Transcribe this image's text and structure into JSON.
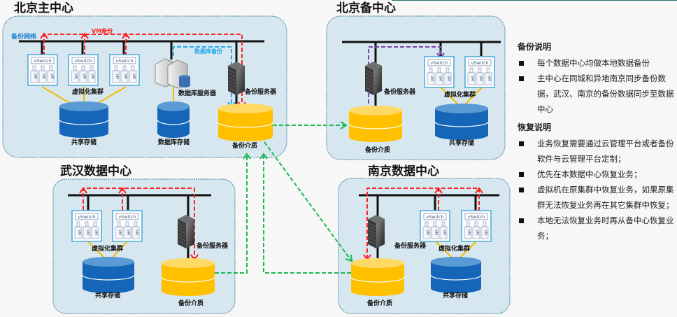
{
  "diagram": {
    "datacenters": {
      "beijing_main": {
        "title": "北京主中心",
        "network_label": "备份网络",
        "vm_backup_label": "VM备份",
        "db_backup_label": "数据库备份",
        "cluster_label": "虚拟化集群",
        "shared_storage_label": "共享存储",
        "db_server_label": "数据库服务器",
        "db_storage_label": "数据库存储",
        "backup_server_label": "备份服务器",
        "backup_media_label": "备份介质"
      },
      "beijing_backup": {
        "title": "北京备中心",
        "backup_server_label": "备份服务器",
        "cluster_label": "虚拟化集群",
        "backup_media_label": "备份介质",
        "shared_storage_label": "共享存储"
      },
      "wuhan": {
        "title": "武汉数据中心",
        "cluster_label": "虚拟化集群",
        "backup_server_label": "备份服务器",
        "shared_storage_label": "共享存储",
        "backup_media_label": "备份介质"
      },
      "nanjing": {
        "title": "南京数据中心",
        "backup_server_label": "备份服务器",
        "cluster_label": "虚拟化集群",
        "backup_media_label": "备份介质",
        "shared_storage_label": "共享存储"
      }
    },
    "vswitch_label": "vSwitch",
    "vm_label": "VM",
    "colors": {
      "vm_backup_flow": "#ff2020",
      "db_backup_flow": "#26a8ee",
      "restore_flow": "#7a3fb0",
      "replication_flow": "#1db954",
      "storage_link": "#f5b800",
      "network": "#111111",
      "dc_fill": "#d6e7ef",
      "dc_border": "#4a86a8",
      "shared_storage": "#1565b8",
      "backup_media": "#ffc000"
    }
  },
  "notes": {
    "backup_heading": "备份说明",
    "backup_items": [
      "每个数据中心均做本地数据备份",
      "主中心在同城和异地南京同步备份数据，武汉、南京的备份数据同步至数据中心"
    ],
    "restore_heading": "恢复说明",
    "restore_items": [
      "业务恢复需要通过云管理平台或者备份软件与云管理平台定制；",
      "优先在本数据中心恢复业务；",
      "虚拟机在原集群中恢复业务，如果原集群无法恢复业务再在其它集群中恢复；",
      "本地无法恢复业务时再从备中心恢复业务；"
    ]
  }
}
